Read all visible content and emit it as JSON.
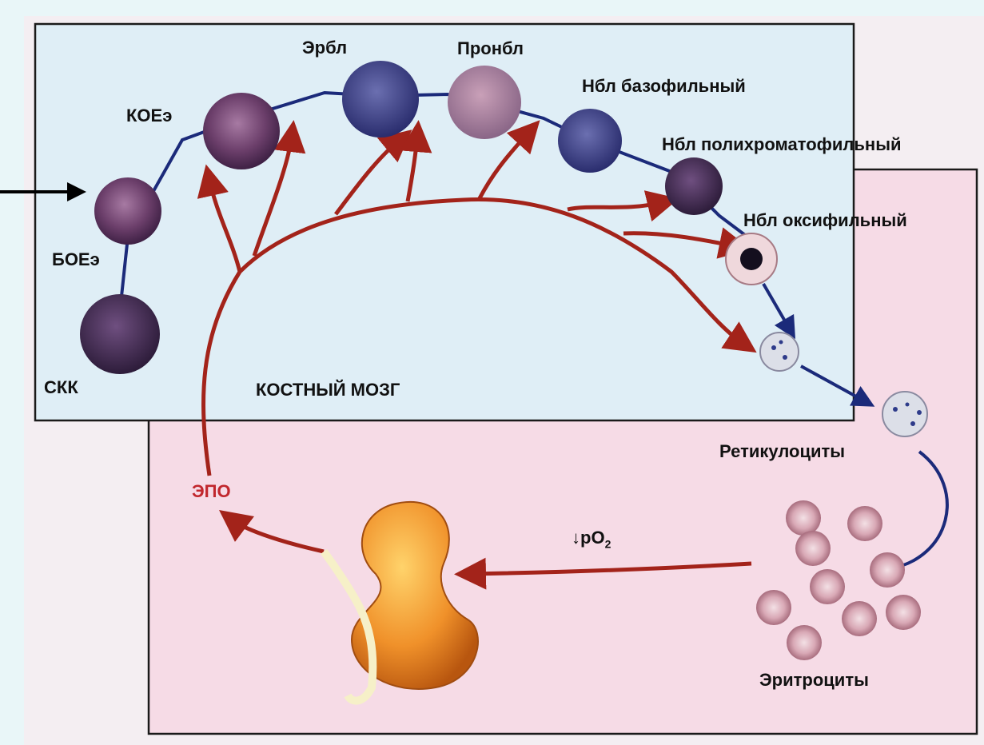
{
  "cells": {
    "ckk": "СКК",
    "boe": "БОЕэ",
    "koe": "КОЕэ",
    "erbl": "Эрбл",
    "pronbl": "Пронбл",
    "nbl_baso": "Нбл базофильный",
    "nbl_poly": "Нбл полихроматофильный",
    "nbl_oxy": "Нбл оксифильный",
    "reticulocytes": "Ретикулоциты",
    "erythrocytes": "Эритроциты"
  },
  "regions": {
    "bone_marrow": "КОСТНЫЙ МОЗГ"
  },
  "hormone": {
    "epo": "ЭПО"
  },
  "stimulus": {
    "arrow_symbol": "↓",
    "po2_base": "pO",
    "po2_subscript": "2"
  },
  "colors": {
    "bone_marrow_panel": "#dfeef6",
    "kidney_panel": "#f6dbe6",
    "lineage_line": "#1b2a7a",
    "epo_arrow": "#a3231a",
    "text": "#111111",
    "epo_text": "#c1272d"
  }
}
